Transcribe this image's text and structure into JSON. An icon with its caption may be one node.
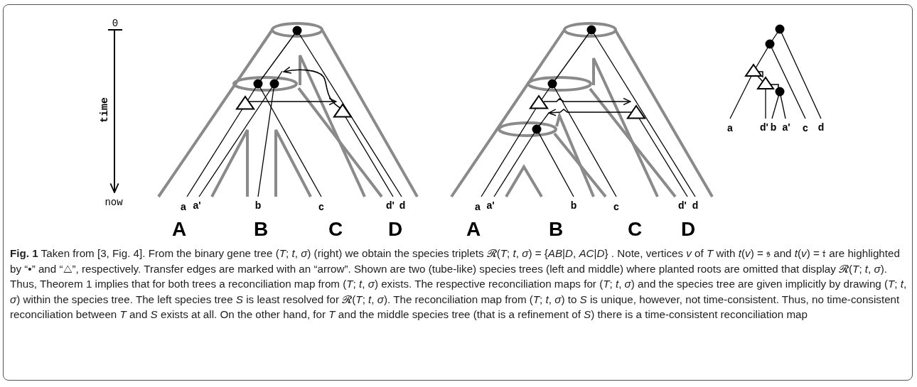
{
  "diagram": {
    "caption": "**Fig. 1** Taken from [3, Fig. 4]. From the binary gene tree (*T*; *t*, *σ*) (right) we obtain the species triplets 𝓡(*T*; *t*, *σ*) = {*AB*|*D*, *AC*|*D*} . Note, vertices *v* of *T* with *t*(*v*) = 𝔰 and *t*(*v*) = 𝔱 are highlighted by “•” and “△”, respectively. Transfer edges are marked with an “arrow”. Shown are two (tube-like) species trees (left and middle) where planted roots are omitted that display 𝓡(*T*; *t*, *σ*). Thus, Theorem 1 implies that for both trees a reconciliation map from (*T*; *t*, *σ*) exists. The respective reconciliation maps for (*T*; *t*, *σ*) and the species tree are given implicitly by drawing (*T*; *t*, *σ*) within the species tree. The left species tree *S* is least resolved for 𝓡(*T*; *t*, *σ*). The reconciliation map from (*T*; *t*, *σ*) to *S* is unique, however, not time-consistent. Thus, no time-consistent reconciliation between *T* and *S* exists at all. On the other hand, for *T* and the middle species tree (that is a refinement of *S*) there is a time-consistent reconciliation map",
    "labels": [
      "0",
      "time",
      "now",
      "a",
      "a'",
      "b",
      "c",
      "d'",
      "d",
      "A",
      "B",
      "C",
      "D",
      "a",
      "a'",
      "b",
      "c",
      "d'",
      "d",
      "A",
      "B",
      "C",
      "D",
      "a",
      "d'",
      "b",
      "a'",
      "c",
      "d"
    ]
  }
}
